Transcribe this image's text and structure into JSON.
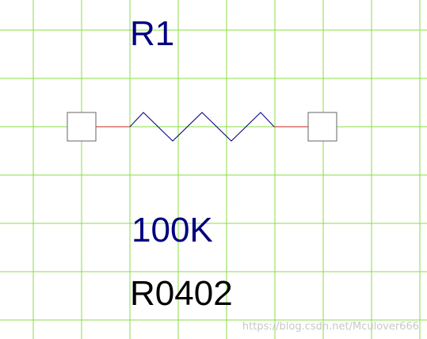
{
  "component": {
    "designator": "R1",
    "value": "100K",
    "footprint": "R0402"
  },
  "watermark": "https://blog.csdn.net/Mculover666",
  "colors": {
    "grid": "#88dd44",
    "designator_text": "#000080",
    "value_text": "#000080",
    "footprint_text": "#000000",
    "resistor_body": "#000080",
    "pin_lead": "#cc2222",
    "pad_stroke": "#666666",
    "watermark_text": "#c8c8c8"
  }
}
